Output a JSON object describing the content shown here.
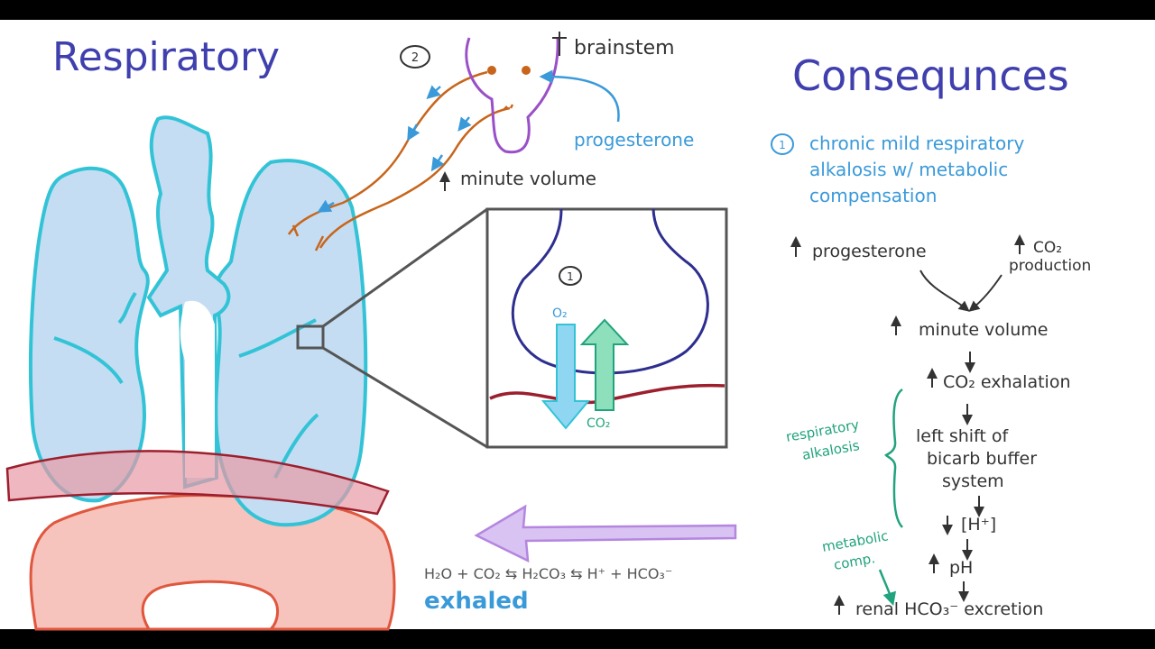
{
  "colors": {
    "letterbox": "#000000",
    "paper": "#ffffff",
    "title": "#3f3fae",
    "lung_fill": "#c4ddf2",
    "lung_stroke": "#33c3d6",
    "nerve": "#c8651b",
    "brain": "#9a4fc8",
    "blue_text": "#3a9ad9",
    "dark_text": "#333333",
    "green": "#21a37d",
    "diaphragm": "#9c1f2e",
    "uterus_fill": "#f6c3bd",
    "uterus_stroke": "#e0573e",
    "arrow_purple": "#b486e0",
    "alveolus": "#2e2e8f",
    "o2_arrow": "#8fd6f2",
    "co2_arrow": "#8ee0bc"
  },
  "left": {
    "title": "Respiratory",
    "step_2": "2",
    "brainstem_label": "brainstem",
    "progesterone_label": "progesterone",
    "minute_volume_label": "minute volume",
    "zoom": {
      "step_1": "1",
      "o2_label": "O₂",
      "co2_label": "CO₂"
    },
    "equation": "H₂O + CO₂ ⇆ H₂CO₃ ⇆ H⁺ + HCO₃⁻",
    "exhaled_label": "exhaled"
  },
  "right": {
    "title": "Consequnces",
    "item_1_number": "1",
    "item_1_line1": "chronic mild respiratory",
    "item_1_line2": "alkalosis w/ metabolic",
    "item_1_line3": "compensation",
    "flow": {
      "progesterone": "progesterone",
      "co2_line1": "CO₂",
      "co2_line2": "production",
      "minute_volume": "minute volume",
      "co2_exhalation": "CO₂ exhalation",
      "left_shift_line1": "left shift of",
      "left_shift_line2": "bicarb buffer",
      "left_shift_line3": "system",
      "h_ions": "[H⁺]",
      "ph": "pH",
      "renal": "renal HCO₃⁻ excretion"
    },
    "bracket_resp_line1": "respiratory",
    "bracket_resp_line2": "alkalosis",
    "bracket_metab_line1": "metabolic",
    "bracket_metab_line2": "comp."
  }
}
